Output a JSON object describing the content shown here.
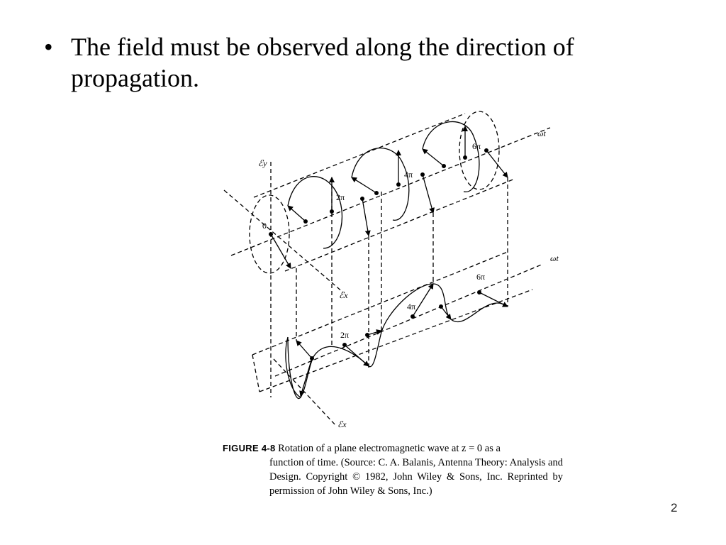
{
  "slide": {
    "bullet_symbol": "•",
    "bullet_text": "The field must be observed along the direction of propagation.",
    "page_number": "2"
  },
  "figure": {
    "labels": {
      "wt_top": "ωt",
      "wt_bottom": "ωt",
      "ey": "ℰy",
      "ex_top": "ℰx",
      "ex_bottom": "ℰx",
      "zero": "0",
      "two_pi_top": "2π",
      "four_pi_top": "4π",
      "six_pi_top": "6π",
      "two_pi_bottom": "2π",
      "four_pi_bottom": "4π",
      "six_pi_bottom": "6π"
    },
    "caption": {
      "head": "FIGURE 4-8",
      "line1": "Rotation of a plane electromagnetic wave at z = 0 as a",
      "rest": "function of time. (Source: C. A. Balanis, Antenna Theory: Analysis and Design. Copyright © 1982, John Wiley & Sons, Inc. Reprinted by permission of John Wiley & Sons, Inc.)"
    }
  }
}
